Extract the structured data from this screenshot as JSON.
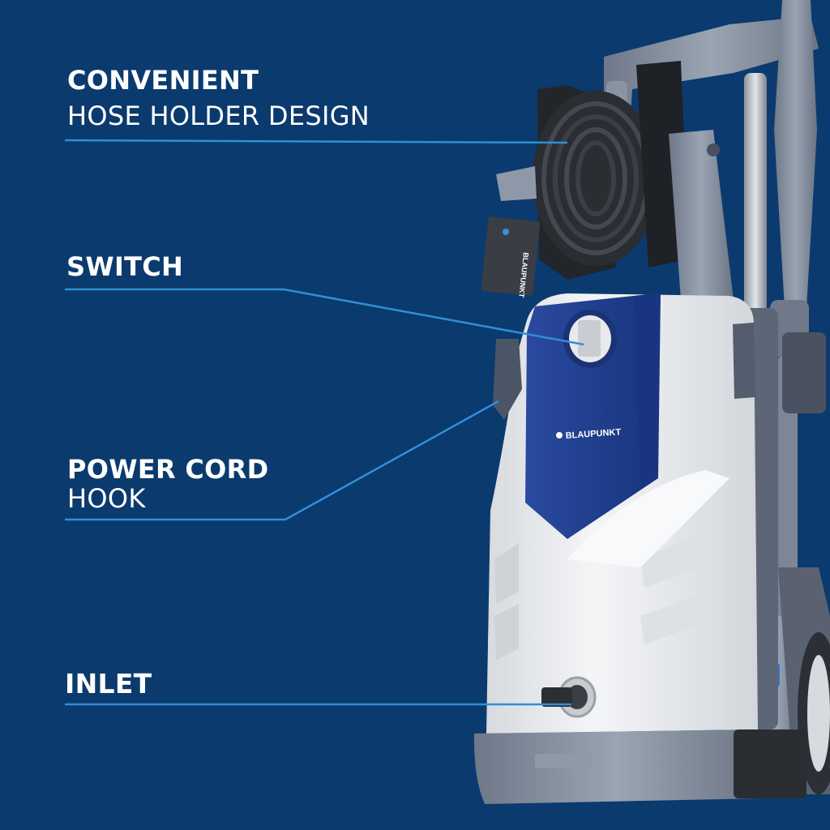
{
  "theme": {
    "background": "#0b3a6e",
    "callout_line": "#2f8fd8",
    "product_body": "#e9ebee",
    "product_panel": "#1f3e8e",
    "product_gray": "#7f8a9a",
    "hose": "#2a2d31"
  },
  "callouts": {
    "hose_holder": {
      "title": "CONVENIENT",
      "subtitle": "HOSE HOLDER DESIGN"
    },
    "switch": {
      "title": "SWITCH"
    },
    "power_cord": {
      "title": "POWER CORD",
      "subtitle": "HOOK"
    },
    "inlet": {
      "title": "INLET"
    }
  },
  "product": {
    "brand_label": "BLAUPUNKT",
    "tag_brand": "BLAUPUNKT"
  }
}
